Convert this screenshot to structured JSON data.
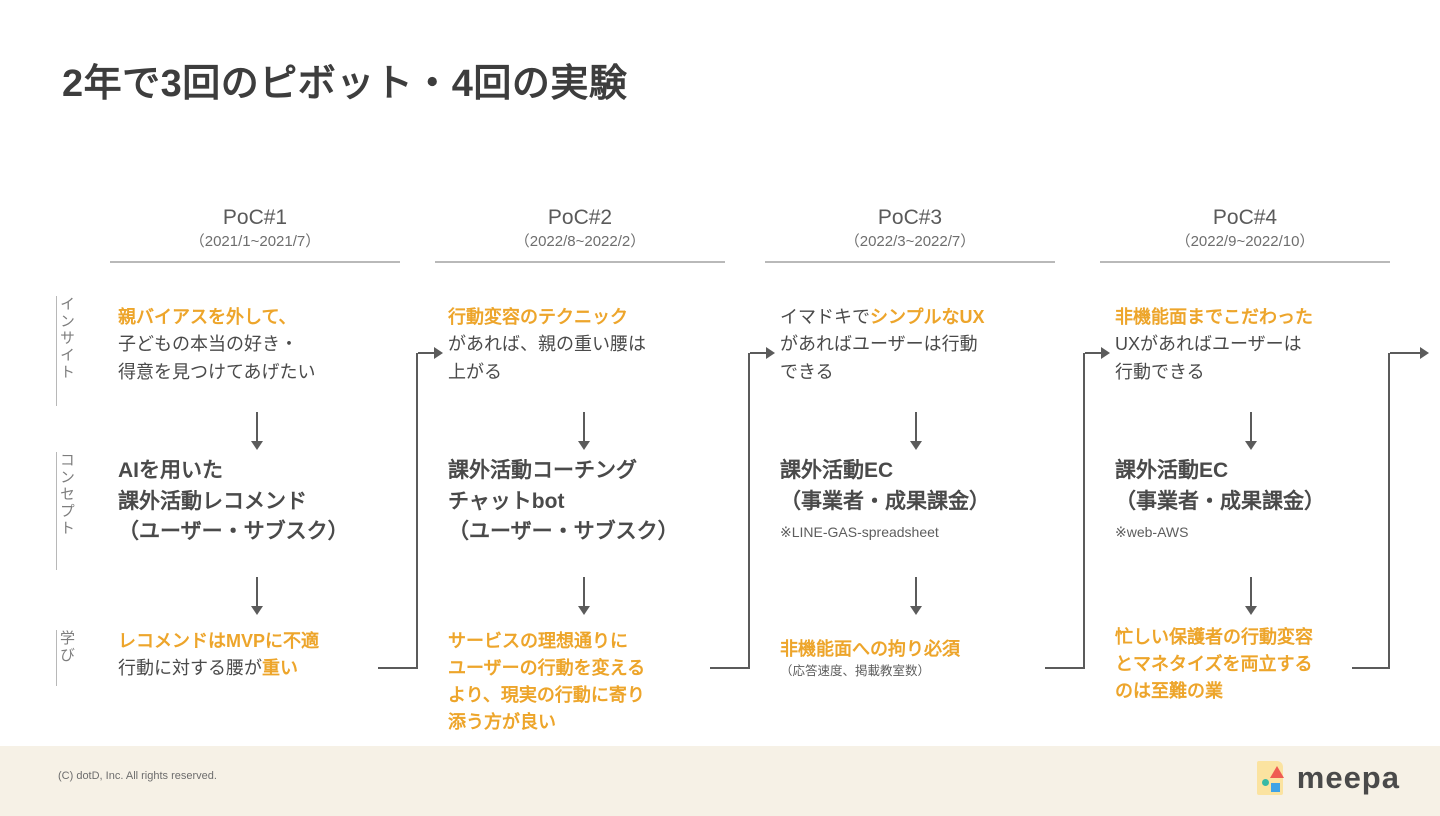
{
  "slide": {
    "title": "2年で3回のピボット・4回の実験",
    "accent_color": "#eda52b",
    "text_color": "#4a4a4a",
    "footer_bg": "#f6f1e6"
  },
  "row_labels": [
    {
      "id": "insight",
      "label": "インサイト"
    },
    {
      "id": "concept",
      "label": "コンセプト"
    },
    {
      "id": "learning",
      "label": "学び"
    }
  ],
  "columns": [
    {
      "name": "PoC#1",
      "period": "（2021/1~2021/7）",
      "insight": {
        "highlight": "親バイアスを外して、",
        "body_line1": "子どもの本当の好き・",
        "body_line2": "得意を見つけてあげたい"
      },
      "concept": {
        "line1": "AIを用いた",
        "line2": "課外活動レコメンド",
        "line3": "（ユーザー・サブスク）",
        "note": ""
      },
      "learning": {
        "highlight": "レコメンドはMVPに不適",
        "body_pre": "行動に対する腰が",
        "body_accent": "重い",
        "body_post": "",
        "note": ""
      }
    },
    {
      "name": "PoC#2",
      "period": "（2022/8~2022/2）",
      "insight": {
        "highlight": "行動変容のテクニック",
        "body_line1": "があれば、親の重い腰は",
        "body_line2": "上がる"
      },
      "concept": {
        "line1": "課外活動コーチング",
        "line2": "チャットbot",
        "line3": "（ユーザー・サブスク）",
        "note": ""
      },
      "learning": {
        "highlight": "サービスの理想通りに\nユーザーの行動を変える\nより、現実の行動に寄り\n添う方が良い",
        "body_pre": "",
        "body_accent": "",
        "body_post": "",
        "note": ""
      }
    },
    {
      "name": "PoC#3",
      "period": "（2022/3~2022/7）",
      "insight": {
        "prefix": "イマドキで",
        "highlight": "シンプルなUX",
        "body_line1": "があればユーザーは行動",
        "body_line2": "できる"
      },
      "concept": {
        "line1": "課外活動EC",
        "line2": "（事業者・成果課金）",
        "line3": "",
        "note": "※LINE-GAS-spreadsheet"
      },
      "learning": {
        "highlight": "非機能面への拘り必須",
        "body_pre": "",
        "body_accent": "",
        "body_post": "",
        "note": "（応答速度、掲載教室数）"
      }
    },
    {
      "name": "PoC#4",
      "period": "（2022/9~2022/10）",
      "insight": {
        "highlight": "非機能面までこだわった",
        "body_line1": "UXがあればユーザーは",
        "body_line2": "行動できる"
      },
      "concept": {
        "line1": "課外活動EC",
        "line2": "（事業者・成果課金）",
        "line3": "",
        "note": "※web-AWS"
      },
      "learning": {
        "highlight": "忙しい保護者の行動変容\nとマネタイズを両立する\nのは至難の業",
        "body_pre": "",
        "body_accent": "",
        "body_post": "",
        "note": ""
      }
    }
  ],
  "footer": {
    "copyright": "(C) dotD, Inc. All rights reserved.",
    "logo_text": "meepa"
  }
}
